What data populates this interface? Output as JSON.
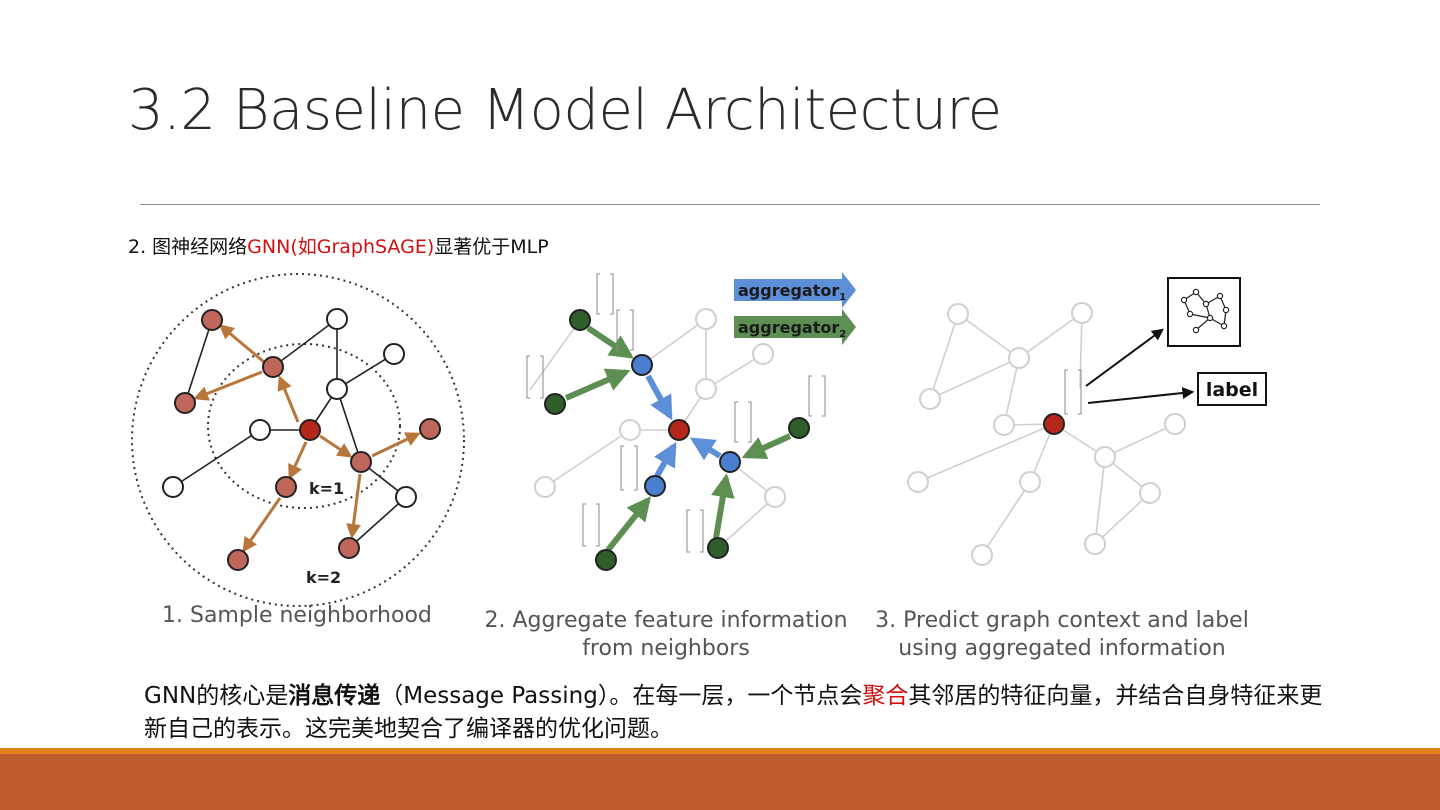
{
  "slide": {
    "title": "3.2 Baseline Model Architecture",
    "bullet": {
      "prefix": "2. 图神经网络",
      "highlight": "GNN(如GraphSAGE)",
      "suffix": "显著优于MLP"
    },
    "paragraph": {
      "p1": "GNN的核心是",
      "p2": "消息传递",
      "p3": "（Message Passing）。在每一层，一个节点会",
      "p4": "聚合",
      "p5": "其邻居的特征向量，并结合自身特征来更新自己的表示。这完美地契合了编译器的优化问题。"
    }
  },
  "diagram": {
    "panel1": {
      "caption": "1. Sample neighborhood",
      "k1": "k=1",
      "k2": "k=2"
    },
    "panel2": {
      "caption_line1": "2. Aggregate feature information",
      "caption_line2": "from neighbors",
      "agg1_base": "aggregator",
      "agg1_sub": "1",
      "agg2_base": "aggregator",
      "agg2_sub": "2"
    },
    "panel3": {
      "caption_line1": "3. Predict graph context and label",
      "caption_line2": "using aggregated information",
      "label_box": "label"
    }
  },
  "colors": {
    "target_node": "#b5271a",
    "sampled_node": "#c0675c",
    "sample_edge": "#b8773a",
    "hop1_node": "#4a7fd0",
    "hop2_node": "#2f5e2a",
    "agg1_arrow": "#5d8fd8",
    "agg2_arrow": "#5e8f52",
    "footer_accent": "#e38018",
    "footer_bar": "#bf5a2a"
  }
}
